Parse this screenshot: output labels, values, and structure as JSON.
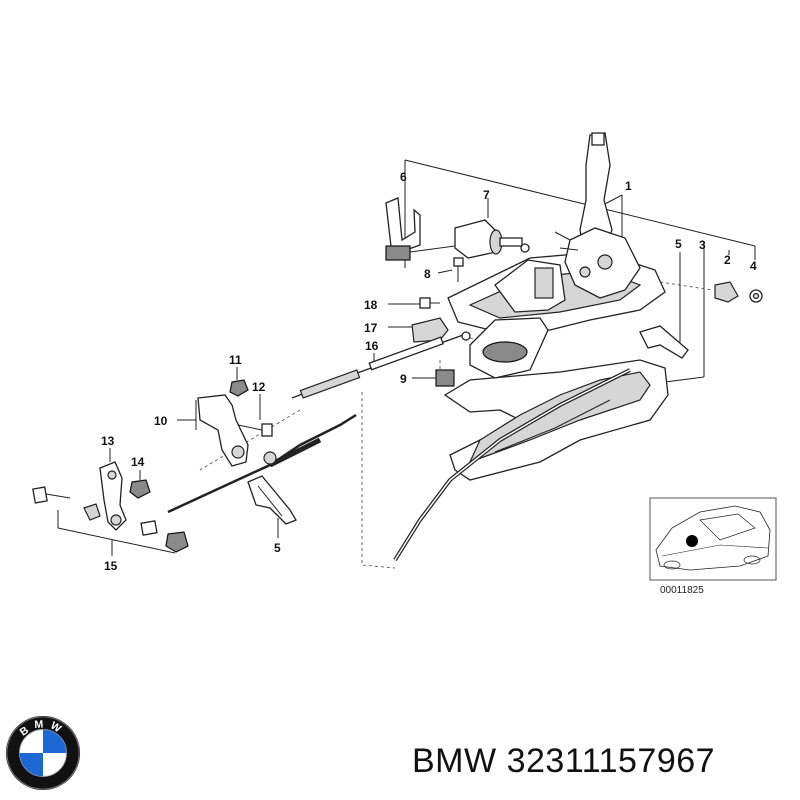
{
  "callouts": [
    {
      "label": "1"
    },
    {
      "label": "2"
    },
    {
      "label": "3"
    },
    {
      "label": "4"
    },
    {
      "label": "5"
    },
    {
      "label": "5"
    },
    {
      "label": "6"
    },
    {
      "label": "7"
    },
    {
      "label": "8"
    },
    {
      "label": "9"
    },
    {
      "label": "10"
    },
    {
      "label": "11"
    },
    {
      "label": "12"
    },
    {
      "label": "13"
    },
    {
      "label": "14"
    },
    {
      "label": "15"
    },
    {
      "label": "16"
    },
    {
      "label": "17"
    },
    {
      "label": "18"
    }
  ],
  "thumbnail": {
    "code": "00011825"
  },
  "caption": {
    "brand": "BMW",
    "part_number": "32311157967"
  },
  "logo": {
    "text": "BMW",
    "colors": {
      "blue": "#1c69d4",
      "white": "#ffffff",
      "ring": "#111111"
    }
  }
}
